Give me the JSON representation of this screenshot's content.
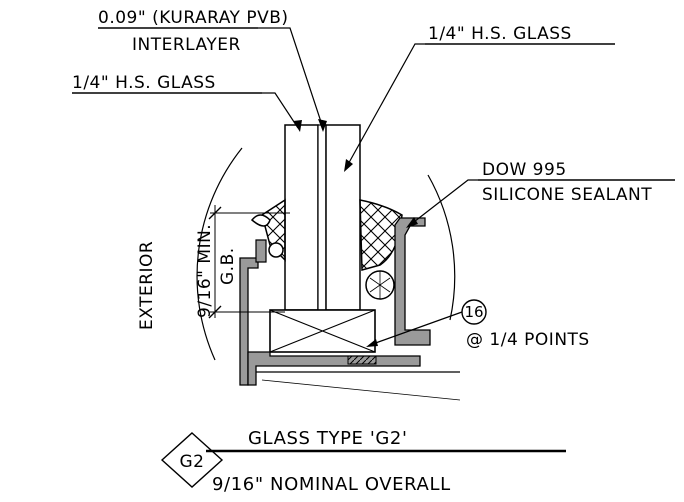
{
  "labels": {
    "pvb_line1": "0.09\" (KURARAY PVB)",
    "pvb_line2": "INTERLAYER",
    "glass_left": "1/4\" H.S. GLASS",
    "glass_right": "1/4\" H.S. GLASS",
    "sealant_line1": "DOW 995",
    "sealant_line2": "SILICONE SEALANT",
    "exterior": "EXTERIOR",
    "bite_min": "9/16\" MIN.",
    "bite_gb": "G.B.",
    "setting_block_tag": "16",
    "setting_block_note": "@ 1/4 POINTS",
    "type_tag": "G2",
    "type_title": "GLASS TYPE 'G2'",
    "type_subtitle": "9/16\" NOMINAL OVERALL"
  }
}
